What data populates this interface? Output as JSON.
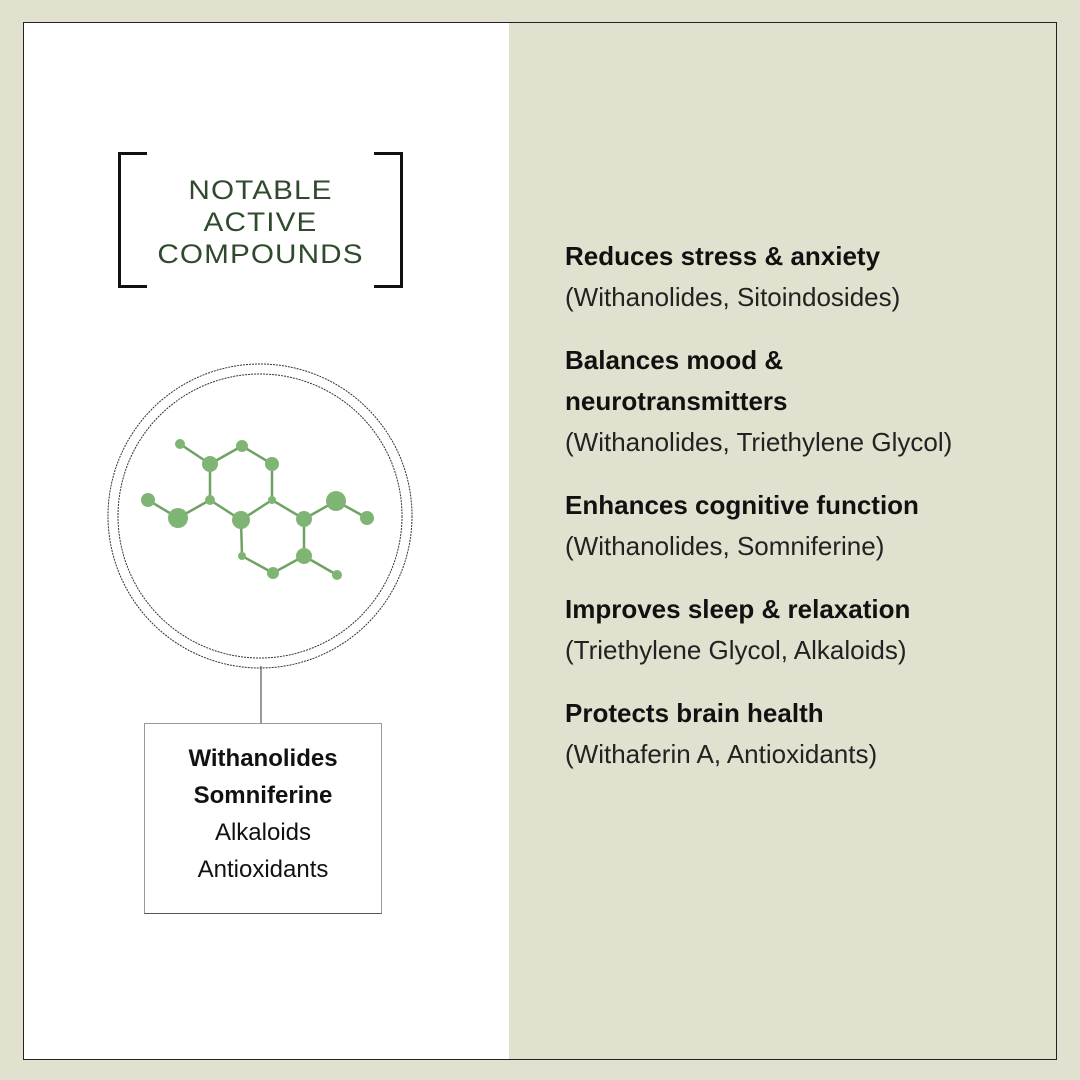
{
  "title": {
    "lines": [
      "NOTABLE",
      "ACTIVE",
      "COMPOUNDS"
    ]
  },
  "compounds": {
    "bold": [
      "Withanolides",
      "Somniferine"
    ],
    "regular": [
      "Alkaloids",
      "Antioxidants"
    ]
  },
  "benefits": [
    {
      "heading": "Reduces stress & anxiety",
      "sources": "(Withanolides, Sitoindosides)"
    },
    {
      "heading": "Balances mood & neurotransmitters",
      "sources": "(Withanolides, Triethylene Glycol)"
    },
    {
      "heading": "Enhances cognitive function",
      "sources": "(Withanolides, Somniferine)"
    },
    {
      "heading": "Improves sleep & relaxation",
      "sources": "(Triethylene Glycol, Alkaloids)"
    },
    {
      "heading": "Protects brain health",
      "sources": "(Withaferin A, Antioxidants)"
    }
  ],
  "colors": {
    "background": "#e2e1cf",
    "title": "#2f4a2c",
    "molecule": "#7fb574"
  }
}
